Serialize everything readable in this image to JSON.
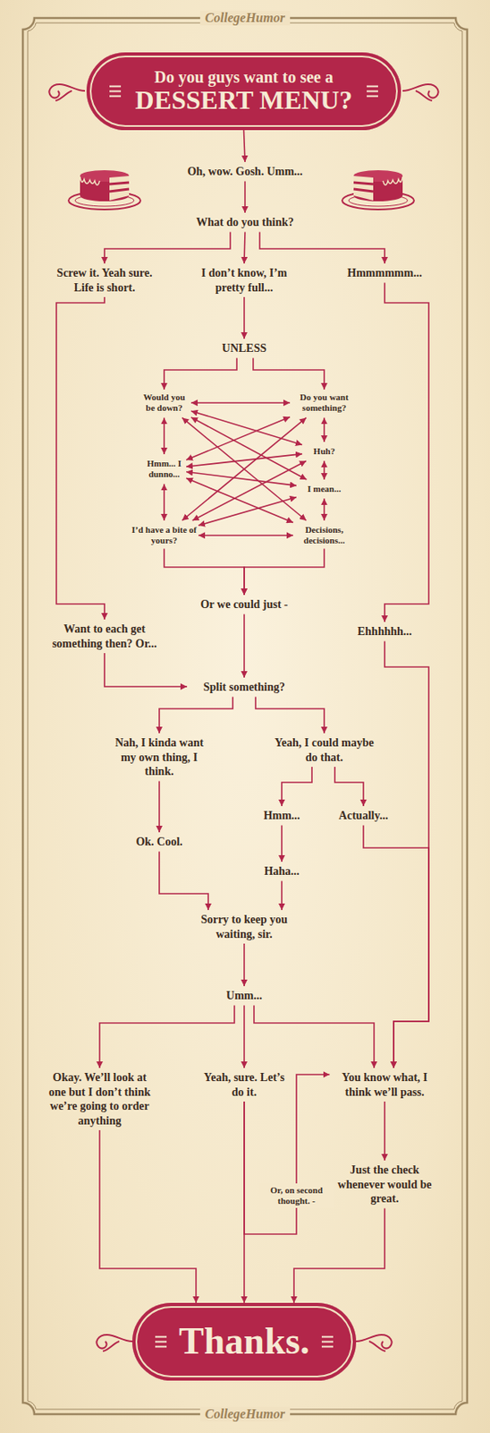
{
  "diagram": {
    "nodes": [
      {
        "text": [
          "Do you guys want to see a",
          "DESSERT MENU?"
        ]
      },
      {
        "text": [
          "Oh, wow. Gosh. Umm..."
        ]
      },
      {
        "text": [
          "What do you think?"
        ]
      },
      {
        "text": [
          "Screw it. Yeah sure. Life is short."
        ]
      },
      {
        "text": [
          "I don’t know, I’m pretty full..."
        ]
      },
      {
        "text": [
          "Hmmmmmm..."
        ]
      },
      {
        "text": [
          "UNLESS"
        ]
      },
      {
        "text": [
          "Would you be down?"
        ]
      },
      {
        "text": [
          "Do you want something?"
        ]
      },
      {
        "text": [
          "Huh?"
        ]
      },
      {
        "text": [
          "Hmm... I dunno..."
        ]
      },
      {
        "text": [
          "I mean..."
        ]
      },
      {
        "text": [
          "I’d have a bite of yours?"
        ]
      },
      {
        "text": [
          "Decisions, decisions..."
        ]
      },
      {
        "text": [
          "Or we could just -"
        ]
      },
      {
        "text": [
          "Want to each get something then? Or..."
        ]
      },
      {
        "text": [
          "Ehhhhhh..."
        ]
      },
      {
        "text": [
          "Split something?"
        ]
      },
      {
        "text": [
          "Nah, I kinda want my own thing, I think."
        ]
      },
      {
        "text": [
          "Yeah, I could maybe do that."
        ]
      },
      {
        "text": [
          "Hmm..."
        ]
      },
      {
        "text": [
          "Actually..."
        ]
      },
      {
        "text": [
          "Ok. Cool."
        ]
      },
      {
        "text": [
          "Haha..."
        ]
      },
      {
        "text": [
          "Sorry to keep you waiting, sir."
        ]
      },
      {
        "text": [
          "Umm..."
        ]
      },
      {
        "text": [
          "Okay. We’ll look at one but I don’t think we’re going to order anything"
        ]
      },
      {
        "text": [
          "Yeah, sure. Let’s do it."
        ]
      },
      {
        "text": [
          "You know what, I think we’ll pass."
        ]
      },
      {
        "text": [
          "Just the check whenever would be great."
        ]
      },
      {
        "text": [
          "Thanks."
        ]
      }
    ],
    "edges": [
      {
        "from": 0,
        "to": 1,
        "arrow": "to"
      },
      {
        "from": 1,
        "to": 2,
        "arrow": "to"
      },
      {
        "from": 2,
        "to": 3,
        "arrow": "to"
      },
      {
        "from": 2,
        "to": 4,
        "arrow": "to"
      },
      {
        "from": 2,
        "to": 5,
        "arrow": "to"
      },
      {
        "from": 4,
        "to": 6,
        "arrow": "to"
      },
      {
        "from": 6,
        "to": 7,
        "arrow": "to"
      },
      {
        "from": 6,
        "to": 8,
        "arrow": "to"
      },
      {
        "from": 7,
        "to": 10,
        "arrow": "both"
      },
      {
        "from": 10,
        "to": 12,
        "arrow": "both"
      },
      {
        "from": 8,
        "to": 9,
        "arrow": "both"
      },
      {
        "from": 9,
        "to": 11,
        "arrow": "both"
      },
      {
        "from": 11,
        "to": 13,
        "arrow": "both"
      },
      {
        "from": 7,
        "to": 8,
        "arrow": "both"
      },
      {
        "from": 7,
        "to": 9,
        "arrow": "both"
      },
      {
        "from": 7,
        "to": 11,
        "arrow": "both"
      },
      {
        "from": 7,
        "to": 13,
        "arrow": "both"
      },
      {
        "from": 10,
        "to": 8,
        "arrow": "both"
      },
      {
        "from": 10,
        "to": 9,
        "arrow": "both"
      },
      {
        "from": 10,
        "to": 11,
        "arrow": "both"
      },
      {
        "from": 10,
        "to": 13,
        "arrow": "both"
      },
      {
        "from": 12,
        "to": 8,
        "arrow": "both"
      },
      {
        "from": 12,
        "to": 9,
        "arrow": "both"
      },
      {
        "from": 12,
        "to": 11,
        "arrow": "both"
      },
      {
        "from": 12,
        "to": 13,
        "arrow": "both"
      },
      {
        "from": 12,
        "to": 14,
        "arrow": "to"
      },
      {
        "from": 13,
        "to": 14,
        "arrow": "to"
      },
      {
        "from": 3,
        "to": 15,
        "arrow": "to"
      },
      {
        "from": 5,
        "to": 16,
        "arrow": "to"
      },
      {
        "from": 14,
        "to": 17,
        "arrow": "to"
      },
      {
        "from": 15,
        "to": 17,
        "arrow": "to"
      },
      {
        "from": 17,
        "to": 18,
        "arrow": "to"
      },
      {
        "from": 17,
        "to": 19,
        "arrow": "to"
      },
      {
        "from": 18,
        "to": 22,
        "arrow": "to"
      },
      {
        "from": 19,
        "to": 20,
        "arrow": "to"
      },
      {
        "from": 19,
        "to": 21,
        "arrow": "to"
      },
      {
        "from": 20,
        "to": 23,
        "arrow": "to"
      },
      {
        "from": 16,
        "to": 28,
        "arrow": "to"
      },
      {
        "from": 21,
        "to": 28,
        "arrow": "to"
      },
      {
        "from": 22,
        "to": 24,
        "arrow": "to"
      },
      {
        "from": 23,
        "to": 24,
        "arrow": "to"
      },
      {
        "from": 24,
        "to": 25,
        "arrow": "to"
      },
      {
        "from": 25,
        "to": 26,
        "arrow": "to"
      },
      {
        "from": 25,
        "to": 27,
        "arrow": "to"
      },
      {
        "from": 25,
        "to": 28,
        "arrow": "to"
      },
      {
        "from": 26,
        "to": 30,
        "arrow": "to"
      },
      {
        "from": 27,
        "to": 30,
        "arrow": "to"
      },
      {
        "from": 27,
        "to": 28,
        "label": "Or, on second thought. -",
        "arrow": "to"
      },
      {
        "from": 28,
        "to": 29,
        "arrow": "to"
      },
      {
        "from": 29,
        "to": 30,
        "arrow": "to"
      }
    ],
    "labels": [
      "CollegeHumor",
      "CollegeHumor"
    ]
  }
}
